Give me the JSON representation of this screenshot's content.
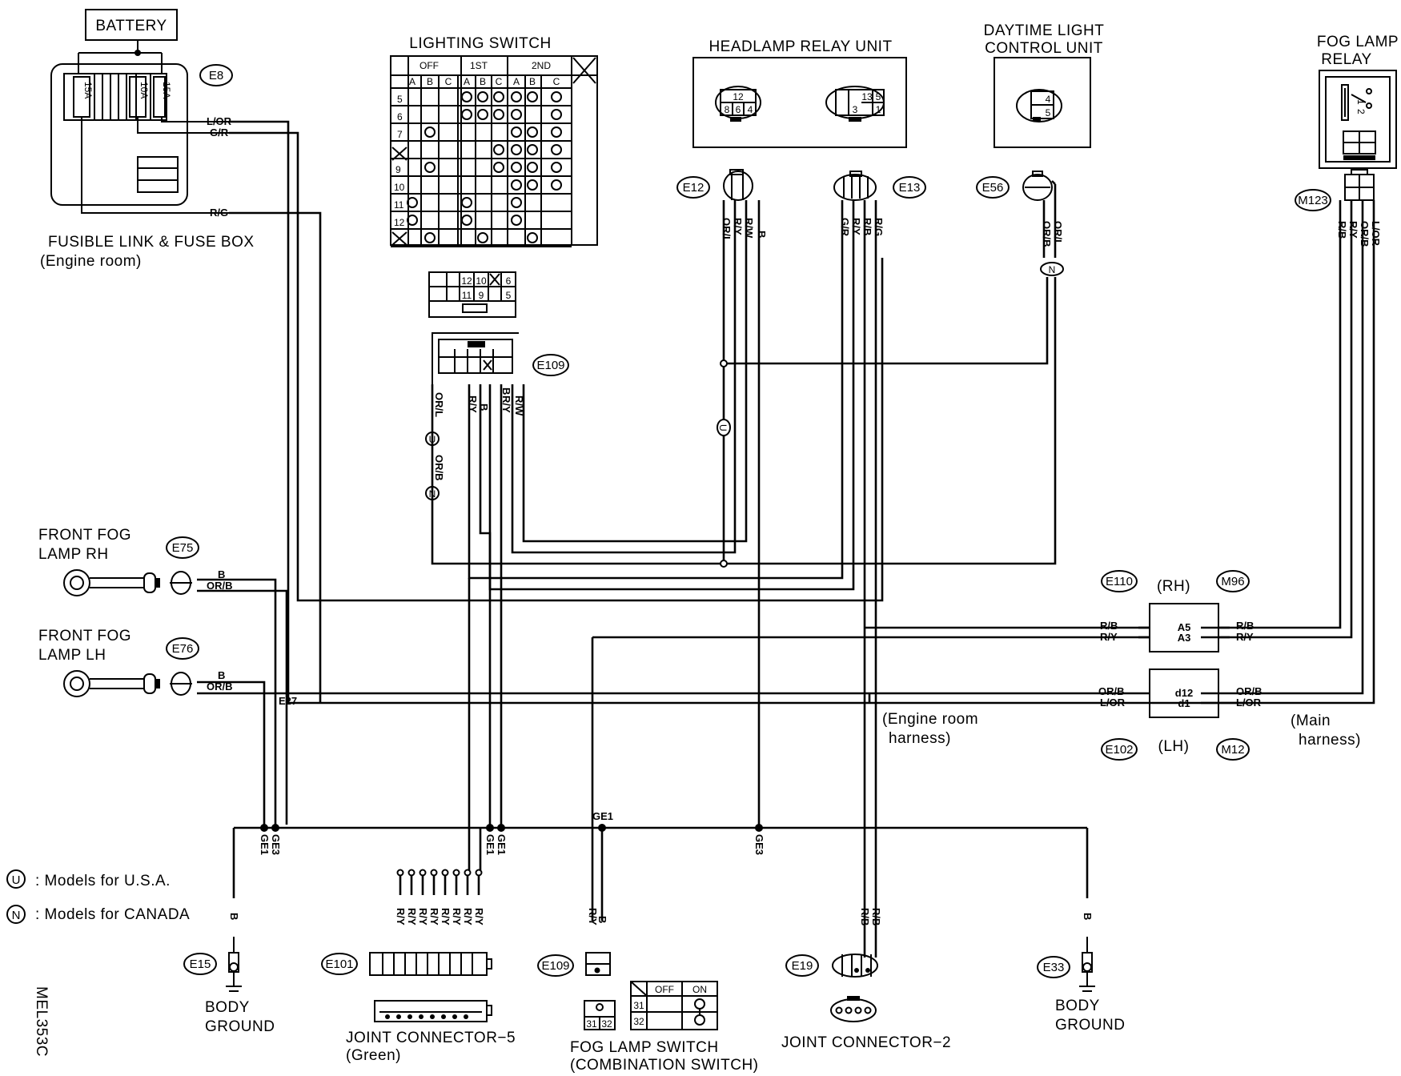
{
  "labels": {
    "battery": "BATTERY",
    "lighting_switch": "LIGHTING SWITCH",
    "headlamp_relay": "HEADLAMP RELAY  UNIT",
    "daytime_line1": "DAYTIME LIGHT",
    "daytime_line2": "CONTROL UNIT",
    "fog_relay_line1": "FOG LAMP",
    "fog_relay_line2": "RELAY",
    "fuse_box_line1": "FUSIBLE  LINK & FUSE BOX",
    "fuse_box_line2": "(Engine room)",
    "front_fog_rh_line1": "FRONT FOG",
    "front_fog_rh_line2": "LAMP RH",
    "front_fog_lh_line1": "FRONT FOG",
    "front_fog_lh_line2": "LAMP LH",
    "engine_harness_line1": "(Engine room",
    "engine_harness_line2": "harness)",
    "main_harness_line1": "(Main",
    "main_harness_line2": "harness)",
    "rh": "(RH)",
    "lh": "(LH)",
    "body_ground_line1": "BODY",
    "body_ground_line2": "GROUND",
    "joint5_line1": "JOINT CONNECTOR−5",
    "joint5_line2": "(Green)",
    "fog_switch_line1": "FOG LAMP SWITCH",
    "fog_switch_line2": "(COMBINATION SWITCH)",
    "joint2": "JOINT CONNECTOR−2",
    "legend_u_sym": "U",
    "legend_u": ":  Models for U.S.A.",
    "legend_n_sym": "N",
    "legend_n": ":  Models for CANADA",
    "diagram_code": "MEL353C"
  },
  "connectors": {
    "e8": "E8",
    "e12": "E12",
    "e13": "E13",
    "e56": "E56",
    "m123": "M123",
    "e109": "E109",
    "e75": "E75",
    "e76": "E76",
    "e110": "E110",
    "m96": "M96",
    "e102": "E102",
    "m12": "M12",
    "e15": "E15",
    "e101": "E101",
    "e109b": "E109",
    "e19": "E19",
    "e33": "E33"
  },
  "fuses": {
    "f1": "15A",
    "f2": "10A",
    "f3": "15A"
  },
  "wires": {
    "l_or": "L/OR",
    "g_r": "G/R",
    "r_g": "R/G",
    "or_l": "OR/L",
    "r_y": "R/Y",
    "r_w": "R/W",
    "b": "B",
    "or_b": "OR/B",
    "r_b": "R/B"
  },
  "switch_table": {
    "groups": [
      "OFF",
      "1ST",
      "2ND"
    ],
    "cols": [
      "A",
      "B",
      "C",
      "A",
      "B",
      "C",
      "A",
      "B",
      "C"
    ],
    "rows": [
      "5",
      "6",
      "7",
      "",
      "9",
      "10",
      "11",
      "12",
      ""
    ]
  },
  "e109_pins": {
    "p12": "12",
    "p10": "10",
    "p6": "6",
    "p11": "11",
    "p9": "9",
    "p5": "5"
  },
  "e12_pins": {
    "p12": "12",
    "p8": "8",
    "p6": "6",
    "p4": "4"
  },
  "e13_pins": {
    "p13": "13",
    "p5": "5",
    "p3": "3",
    "p1": "1"
  },
  "e56_pins": {
    "p4": "4",
    "p5": "5"
  },
  "fog_relay_pins": {
    "p1": "1",
    "p2": "2"
  },
  "harness_pins": {
    "a5": "A5",
    "a3": "A3",
    "d12": "d12",
    "d1": "d1"
  },
  "junctions": {
    "e27": "E27",
    "ge1": "GE1",
    "ge3": "GE3"
  },
  "fog_switch": {
    "off": "OFF",
    "on": "ON",
    "p31": "31",
    "p32": "32"
  }
}
